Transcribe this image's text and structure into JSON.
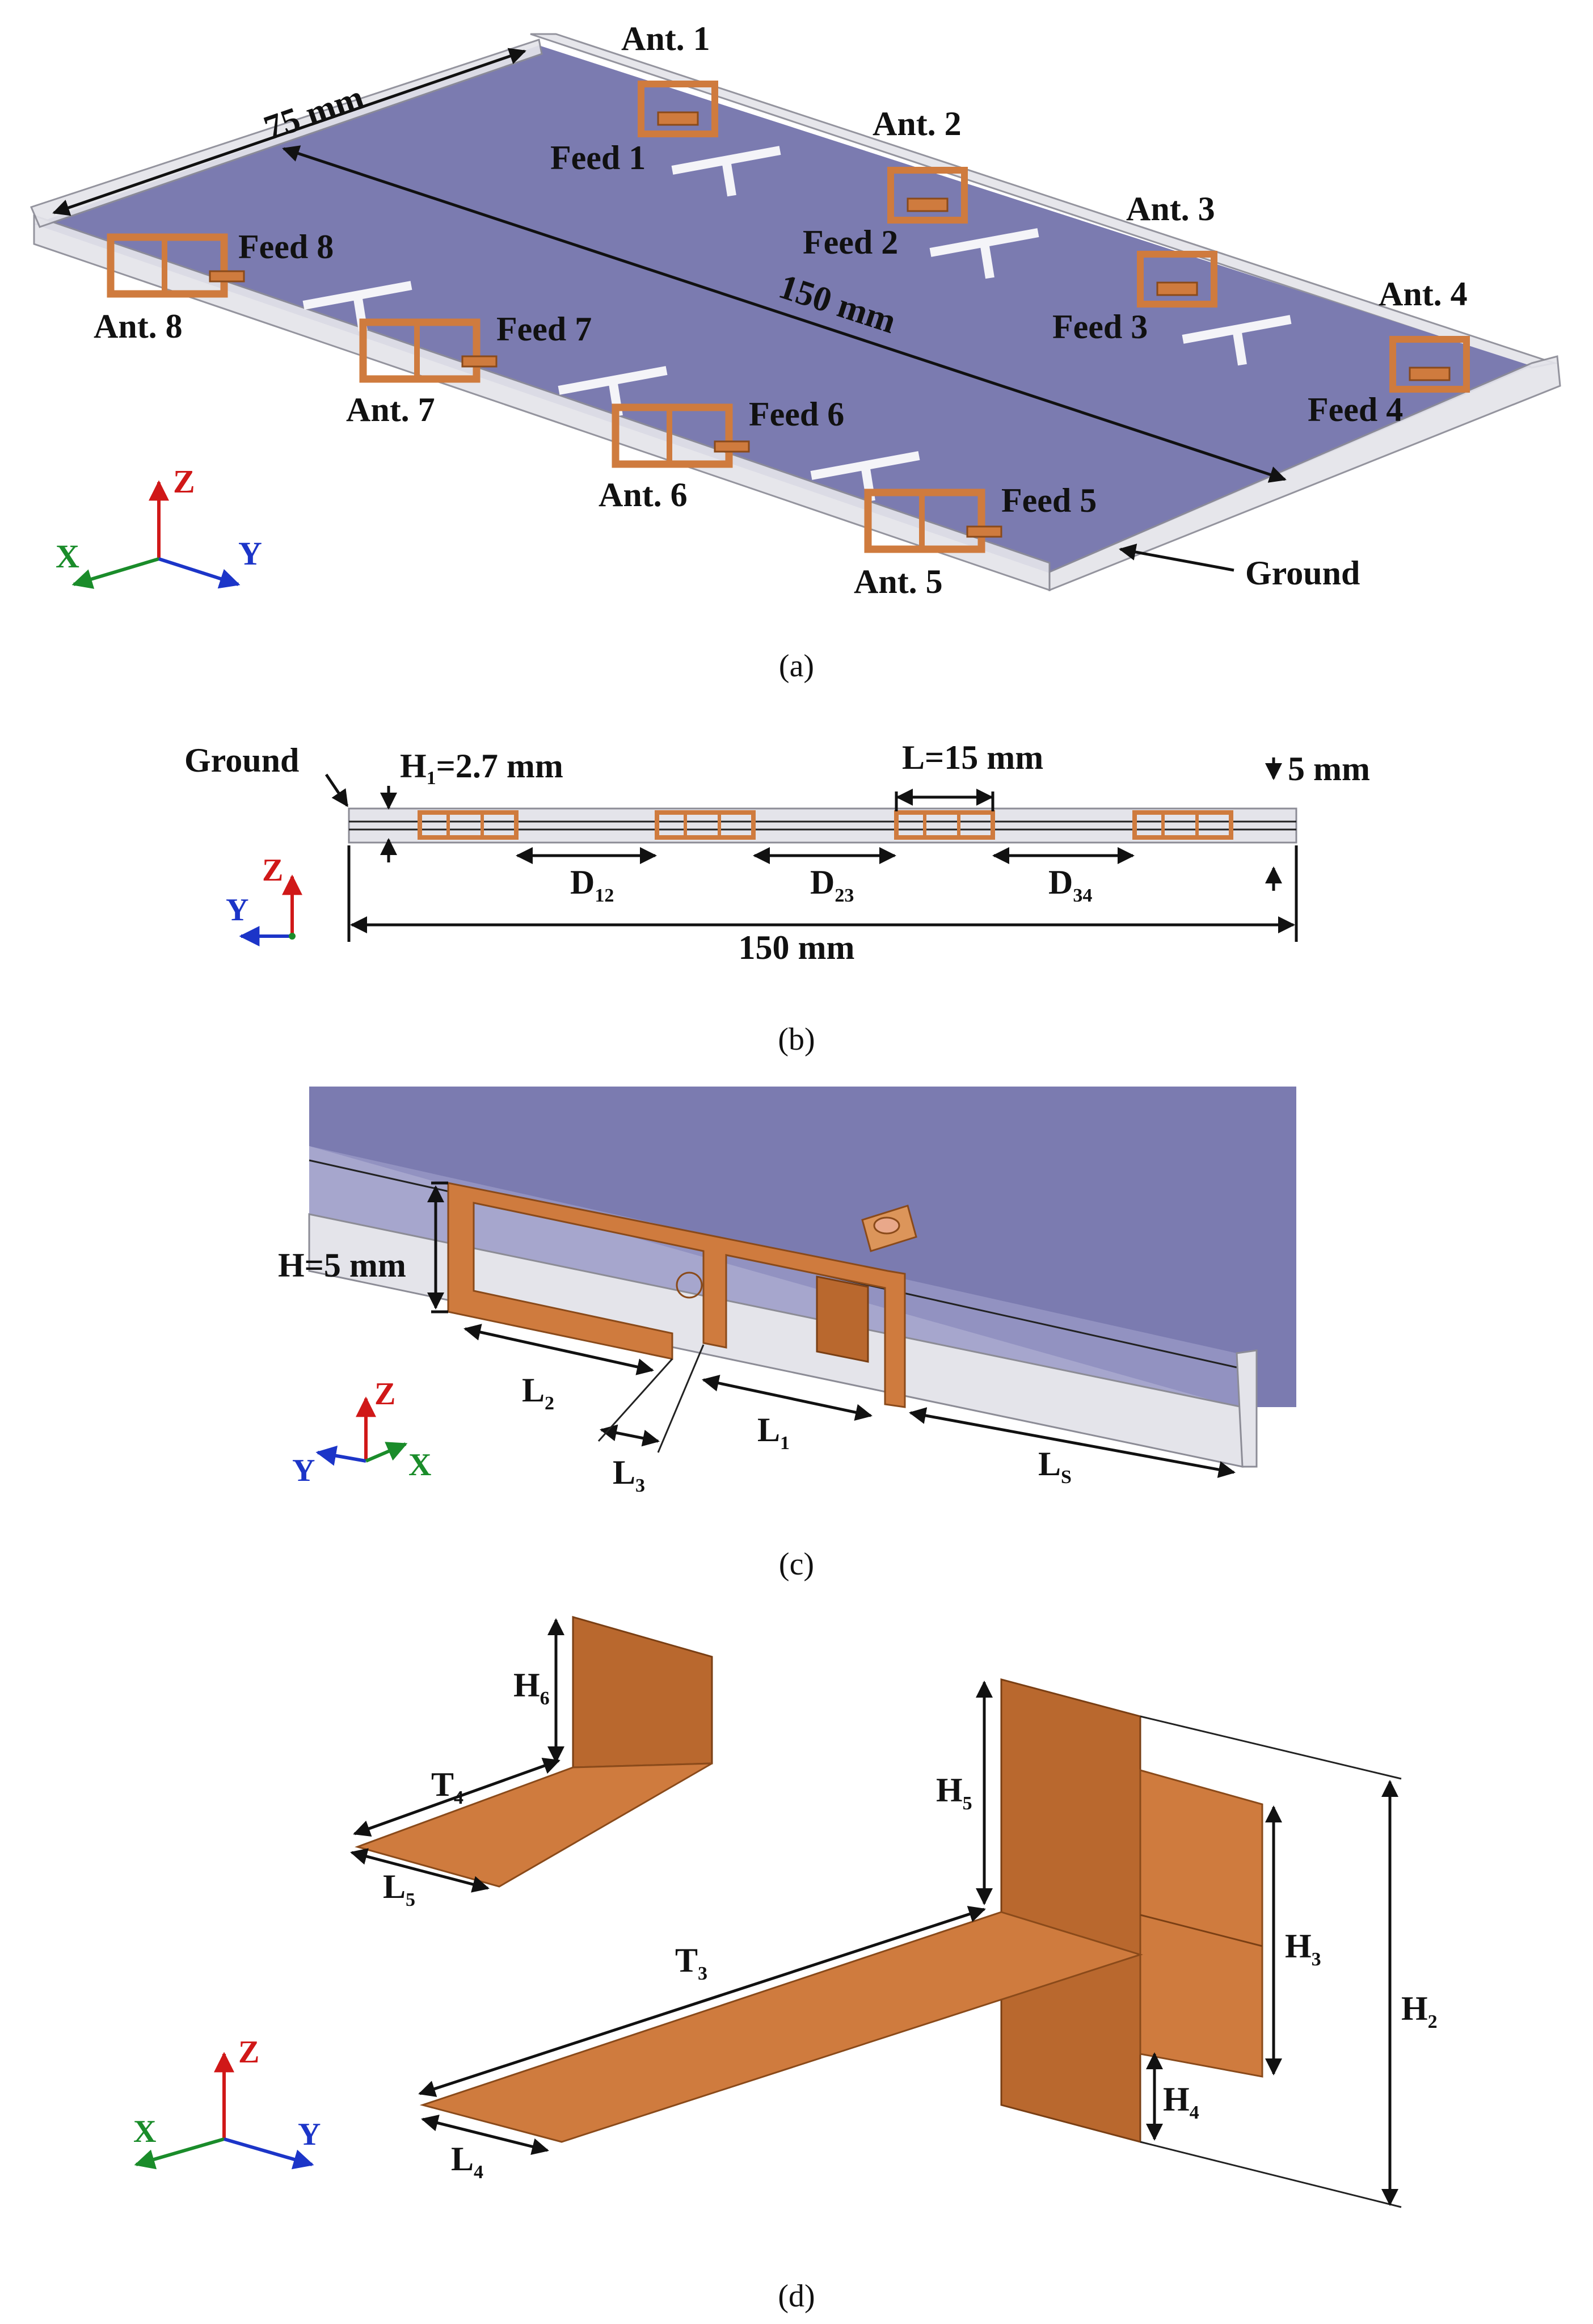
{
  "colors": {
    "ground": "#7b7bb0",
    "copper": "#cf7b3e",
    "copper_dark": "#b9682e",
    "frame": "#e4e4ea",
    "axis_x": "#1a8c2a",
    "axis_y": "#1c35c8",
    "axis_z": "#d01818"
  },
  "panel_a": {
    "caption": "(a)",
    "dim_width": "75 mm",
    "dim_length": "150 mm",
    "antennas": [
      "Ant. 1",
      "Ant. 2",
      "Ant. 3",
      "Ant. 4",
      "Ant. 5",
      "Ant. 6",
      "Ant. 7",
      "Ant. 8"
    ],
    "feeds": [
      "Feed 1",
      "Feed 2",
      "Feed 3",
      "Feed 4",
      "Feed 5",
      "Feed 6",
      "Feed 7",
      "Feed 8"
    ],
    "ground": "Ground",
    "axes": {
      "x": "X",
      "y": "Y",
      "z": "Z"
    }
  },
  "panel_b": {
    "caption": "(b)",
    "ground": "Ground",
    "h1": "H",
    "h1_sub": "1",
    "h1_value": "=2.7 mm",
    "l_label": "L=15 mm",
    "height": "5 mm",
    "d": "D",
    "d12_sub": "12",
    "d23_sub": "23",
    "d34_sub": "34",
    "length": "150 mm",
    "axes": {
      "y": "Y",
      "z": "Z"
    }
  },
  "panel_c": {
    "caption": "(c)",
    "h_label": "H=5 mm",
    "l": "L",
    "l1_sub": "1",
    "l2_sub": "2",
    "l3_sub": "3",
    "ls_sub": "S",
    "axes": {
      "x": "X",
      "y": "Y",
      "z": "Z"
    }
  },
  "panel_d": {
    "caption": "(d)",
    "h": "H",
    "t": "T",
    "l": "L",
    "h2_sub": "2",
    "h3_sub": "3",
    "h4_sub": "4",
    "h5_sub": "5",
    "h6_sub": "6",
    "t3_sub": "3",
    "t4_sub": "4",
    "l4_sub": "4",
    "l5_sub": "5",
    "axes": {
      "x": "X",
      "y": "Y",
      "z": "Z"
    }
  }
}
